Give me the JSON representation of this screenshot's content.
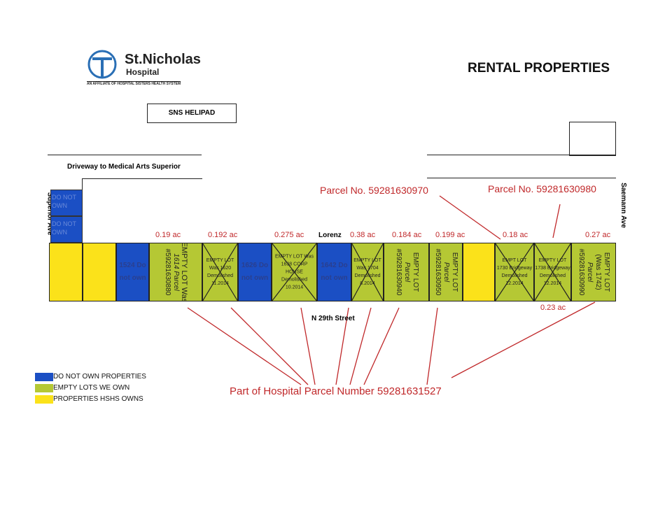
{
  "header": {
    "logo_name": "St.Nicholas",
    "logo_sub": "Hospital",
    "affiliate": "AN AFFILIATE OF HOSPITAL SISTERS HEALTH SYSTEM",
    "title": "RENTAL PROPERTIES"
  },
  "labels": {
    "helipad": "SNS HELIPAD",
    "driveway": "Driveway to Medical Arts Superior",
    "superior": "Superior Ave",
    "saemann": "Saemann Ave",
    "street": "N 29th Street",
    "lorenz": "Lorenz"
  },
  "top_lots": [
    "DO NOT OWN",
    "DO NOT OWN"
  ],
  "lots": {
    "l1524": "1524 Do not own",
    "l1614": [
      "EMPTY LOT Was",
      "1614 Parcel",
      "#59281630880"
    ],
    "l1620": [
      "EMPTY LOT",
      "Was 1620",
      "Demolished",
      "11.2014"
    ],
    "l1626": "1626 Do not own",
    "l1638": [
      "EMPTY LOT Was",
      "1638 CORP",
      "HOUSE Demolished",
      "10.2014"
    ],
    "l1642": "1642 Do not own",
    "l1704": [
      "EMPTY LOT",
      "Was 1704",
      "Demolished",
      "8.2014"
    ],
    "l940": [
      "EMPTY LOT",
      "Parcel",
      "#59281630940"
    ],
    "l950": [
      "EMPTY LOT",
      "Parcel",
      "#59281630950"
    ],
    "l1730": [
      "EMPT LOT",
      "1730 Bridgeway",
      "Demolished",
      "12.2014"
    ],
    "l1738": [
      "EMPTY LOT",
      "1738 Bridgeway",
      "Demolished",
      "12.2014"
    ],
    "l990": [
      "EMPTY LOT",
      "(Was 1742)",
      "Parcel",
      "#59281630990"
    ]
  },
  "acres": {
    "a1": "0.19 ac",
    "a2": "0.192 ac",
    "a3": "0.275 ac",
    "a4": "0.38 ac",
    "a5": "0.184 ac",
    "a6": "0.199 ac",
    "a7": "0.18 ac",
    "a8": "0.27 ac",
    "a9": "0.23 ac"
  },
  "annotations": {
    "parcel1": "Parcel No. 59281630970",
    "parcel2": "Parcel No. 59281630980",
    "hospital": "Part of Hospital Parcel Number 59281631527"
  },
  "legend": [
    {
      "label": "DO NOT OWN PROPERTIES",
      "color": "#1b4fc4"
    },
    {
      "label": "EMPTY LOTS WE OWN",
      "color": "#b5c834"
    },
    {
      "label": "PROPERTIES HSHS OWNS",
      "color": "#fbe21a"
    }
  ]
}
